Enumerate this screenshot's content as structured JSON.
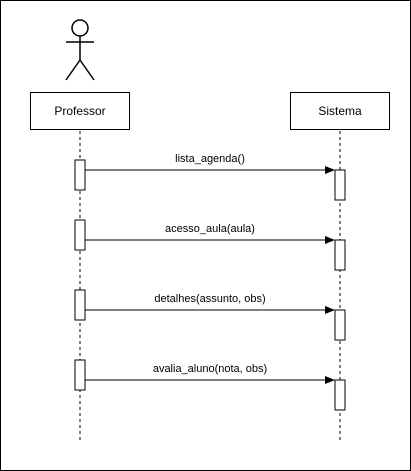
{
  "participants": {
    "actor": {
      "label": "Professor"
    },
    "system": {
      "label": "Sistema"
    }
  },
  "messages": [
    {
      "label": "lista_agenda()"
    },
    {
      "label": "acesso_aula(aula)"
    },
    {
      "label": "detalhes(assunto, obs)"
    },
    {
      "label": "avalia_aluno(nota, obs)"
    }
  ],
  "colors": {
    "line": "#000000",
    "background": "#ffffff"
  }
}
